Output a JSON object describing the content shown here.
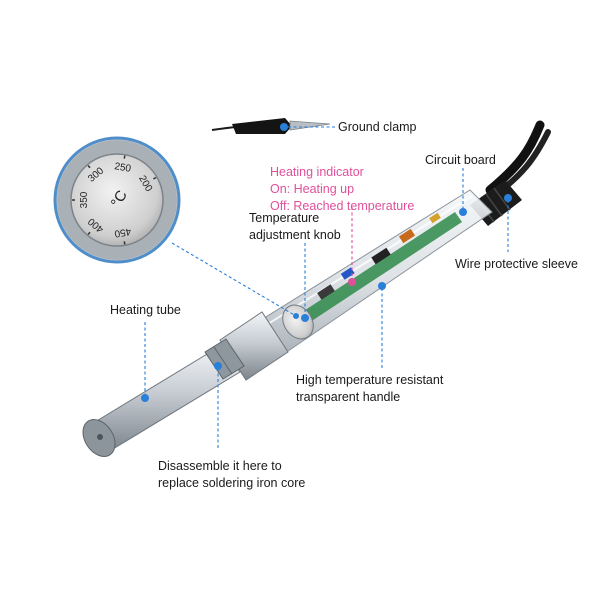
{
  "labels": {
    "ground_clamp": "Ground clamp",
    "circuit_board": "Circuit board",
    "heating_indicator": {
      "title": "Heating indicator",
      "on": "On: Heating up",
      "off": "Off: Reached temperature"
    },
    "temperature_knob": [
      "Temperature",
      "adjustment knob"
    ],
    "wire_sleeve": "Wire protective sleeve",
    "heating_tube": "Heating tube",
    "handle": [
      "High temperature resistant",
      "transparent handle"
    ],
    "disassemble": [
      "Disassemble it here to",
      "replace soldering iron core"
    ]
  },
  "dial": {
    "scale_marks": [
      "200",
      "250",
      "300",
      "350",
      "400",
      "450"
    ],
    "unit": "°C"
  },
  "colors": {
    "callout_blue": "#2a7fd8",
    "indicator_pink": "#e0509a",
    "text": "#1a1a1a"
  }
}
